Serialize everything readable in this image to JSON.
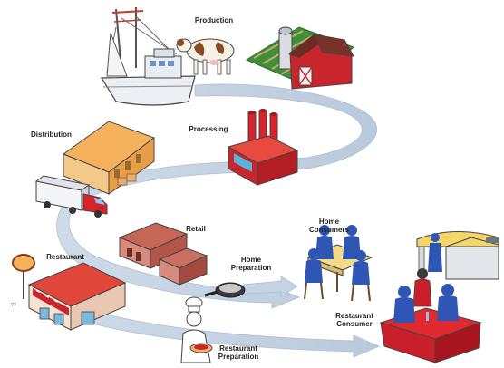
{
  "stages": {
    "production": "Production",
    "processing": "Processing",
    "distribution": "Distribution",
    "retail": "Retail",
    "restaurant": "Restaurant",
    "home_preparation": [
      "Home",
      "Preparation"
    ],
    "home_consumers": [
      "Home",
      "Consumers"
    ],
    "restaurant_preparation": [
      "Restaurant",
      "Preparation"
    ],
    "restaurant_consumer": [
      "Restaurant",
      "Consumer"
    ]
  },
  "colors": {
    "flow_arrow": "#c4d3e3",
    "flow_arrow_edge": "#aebfd2",
    "barn_red": "#c8252c",
    "factory_red": "#d8232a",
    "warehouse_orange": "#f5b15c",
    "person_blue": "#2f55b5",
    "table_blue": "#6d86d6",
    "restaurant_table_red": "#c81f2a",
    "retail_brown": "#b3554a"
  }
}
